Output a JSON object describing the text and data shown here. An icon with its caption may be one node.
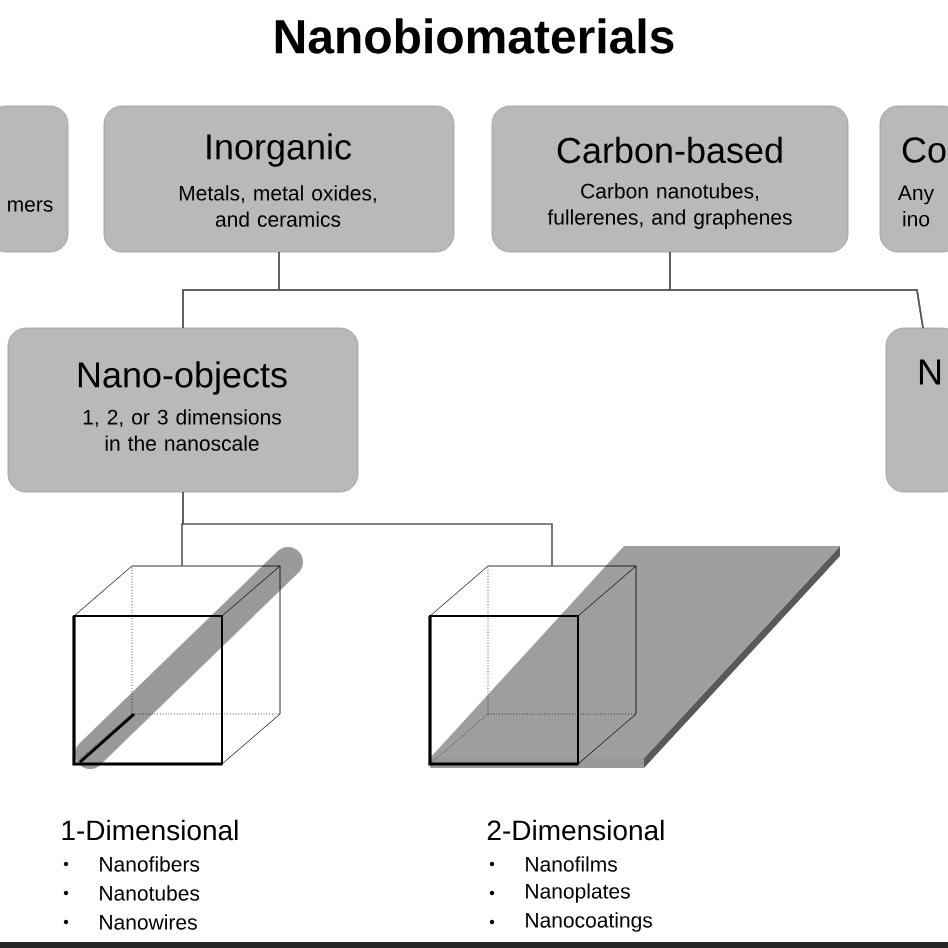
{
  "diagram": {
    "title": "Nanobiomaterials",
    "nodes": [
      {
        "text": [
          "mers"
        ]
      },
      {
        "text": [
          "Inorganic",
          "Metals, metal oxides, and ceramics"
        ]
      },
      {
        "text": [
          "Carbon-based",
          "Carbon nanotubes, fullerenes, and graphenes"
        ]
      },
      {
        "text": [
          "Co",
          "Any ino"
        ]
      },
      {
        "text": [
          "Nano-objects",
          "1, 2, or 3 dimensions in the nanoscale"
        ]
      },
      {
        "text": [
          "N"
        ]
      },
      {
        "text": [],
        "shape": "picture",
        "beside": [
          "1-Dimensional",
          "Nanofibers",
          "Nanotubes",
          "Nanowires"
        ]
      },
      {
        "text": [],
        "shape": "picture",
        "beside": [
          "2-Dimensional",
          "Nanofilms",
          "Nanoplates",
          "Nanocoatings"
        ]
      }
    ],
    "edges": [
      {
        "from": 1,
        "to": 4,
        "arrow": "none"
      },
      {
        "from": 2,
        "to": 4,
        "arrow": "none"
      },
      {
        "from": 1,
        "to": 5,
        "arrow": "none"
      },
      {
        "from": 2,
        "to": 5,
        "arrow": "none"
      },
      {
        "from": 4,
        "to": 6,
        "arrow": "none"
      },
      {
        "from": 4,
        "to": 7,
        "arrow": "none"
      }
    ]
  }
}
